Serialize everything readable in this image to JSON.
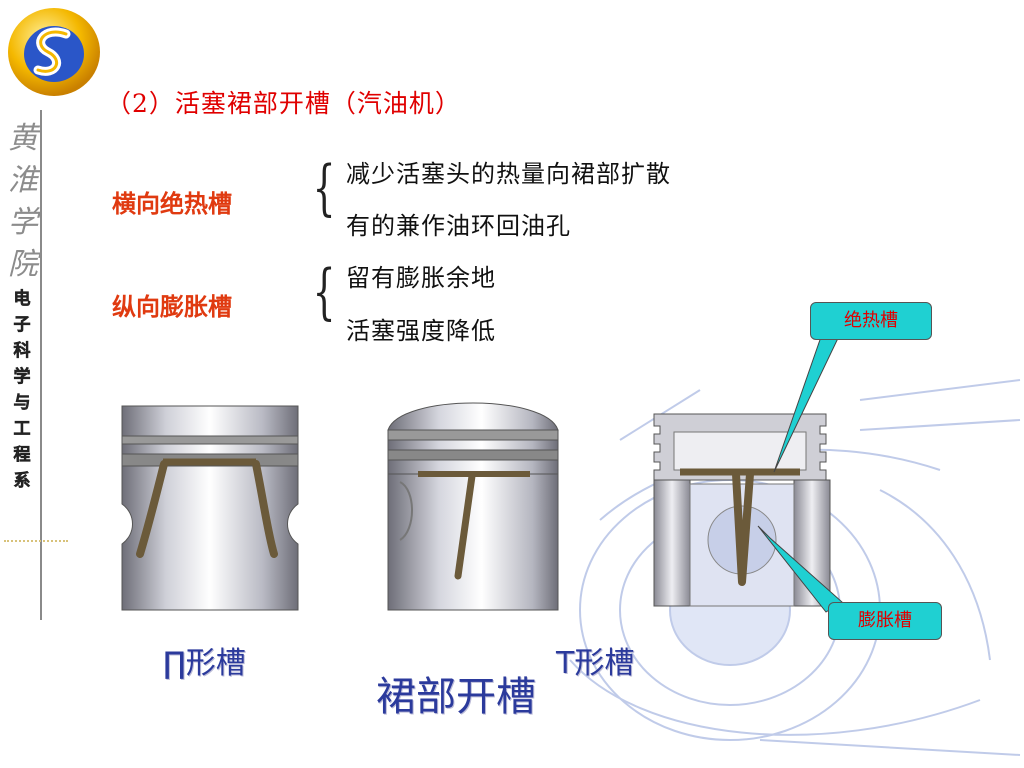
{
  "sidebar": {
    "school_name": [
      "黄",
      "淮",
      "学",
      "院"
    ],
    "department": [
      "电",
      "子",
      "科",
      "学",
      "与",
      "工",
      "程",
      "系"
    ]
  },
  "title": "（2）活塞裙部开槽（汽油机）",
  "groups": [
    {
      "term": "横向绝热槽",
      "items": [
        "减少活塞头的热量向裙部扩散",
        "有的兼作油环回油孔"
      ]
    },
    {
      "term": "纵向膨胀槽",
      "items": [
        "留有膨胀余地",
        "活塞强度降低"
      ]
    }
  ],
  "callouts": {
    "heat_slot": "绝热槽",
    "expansion_slot": "膨胀槽"
  },
  "captions": {
    "pi_slot": "∏形槽",
    "t_slot": "T形槽",
    "skirt": "裙部开槽"
  },
  "colors": {
    "title_red": "#e00000",
    "term_orange": "#e03a10",
    "callout_fill": "#1fd0d2",
    "slot_brown": "#6b5a3a"
  }
}
